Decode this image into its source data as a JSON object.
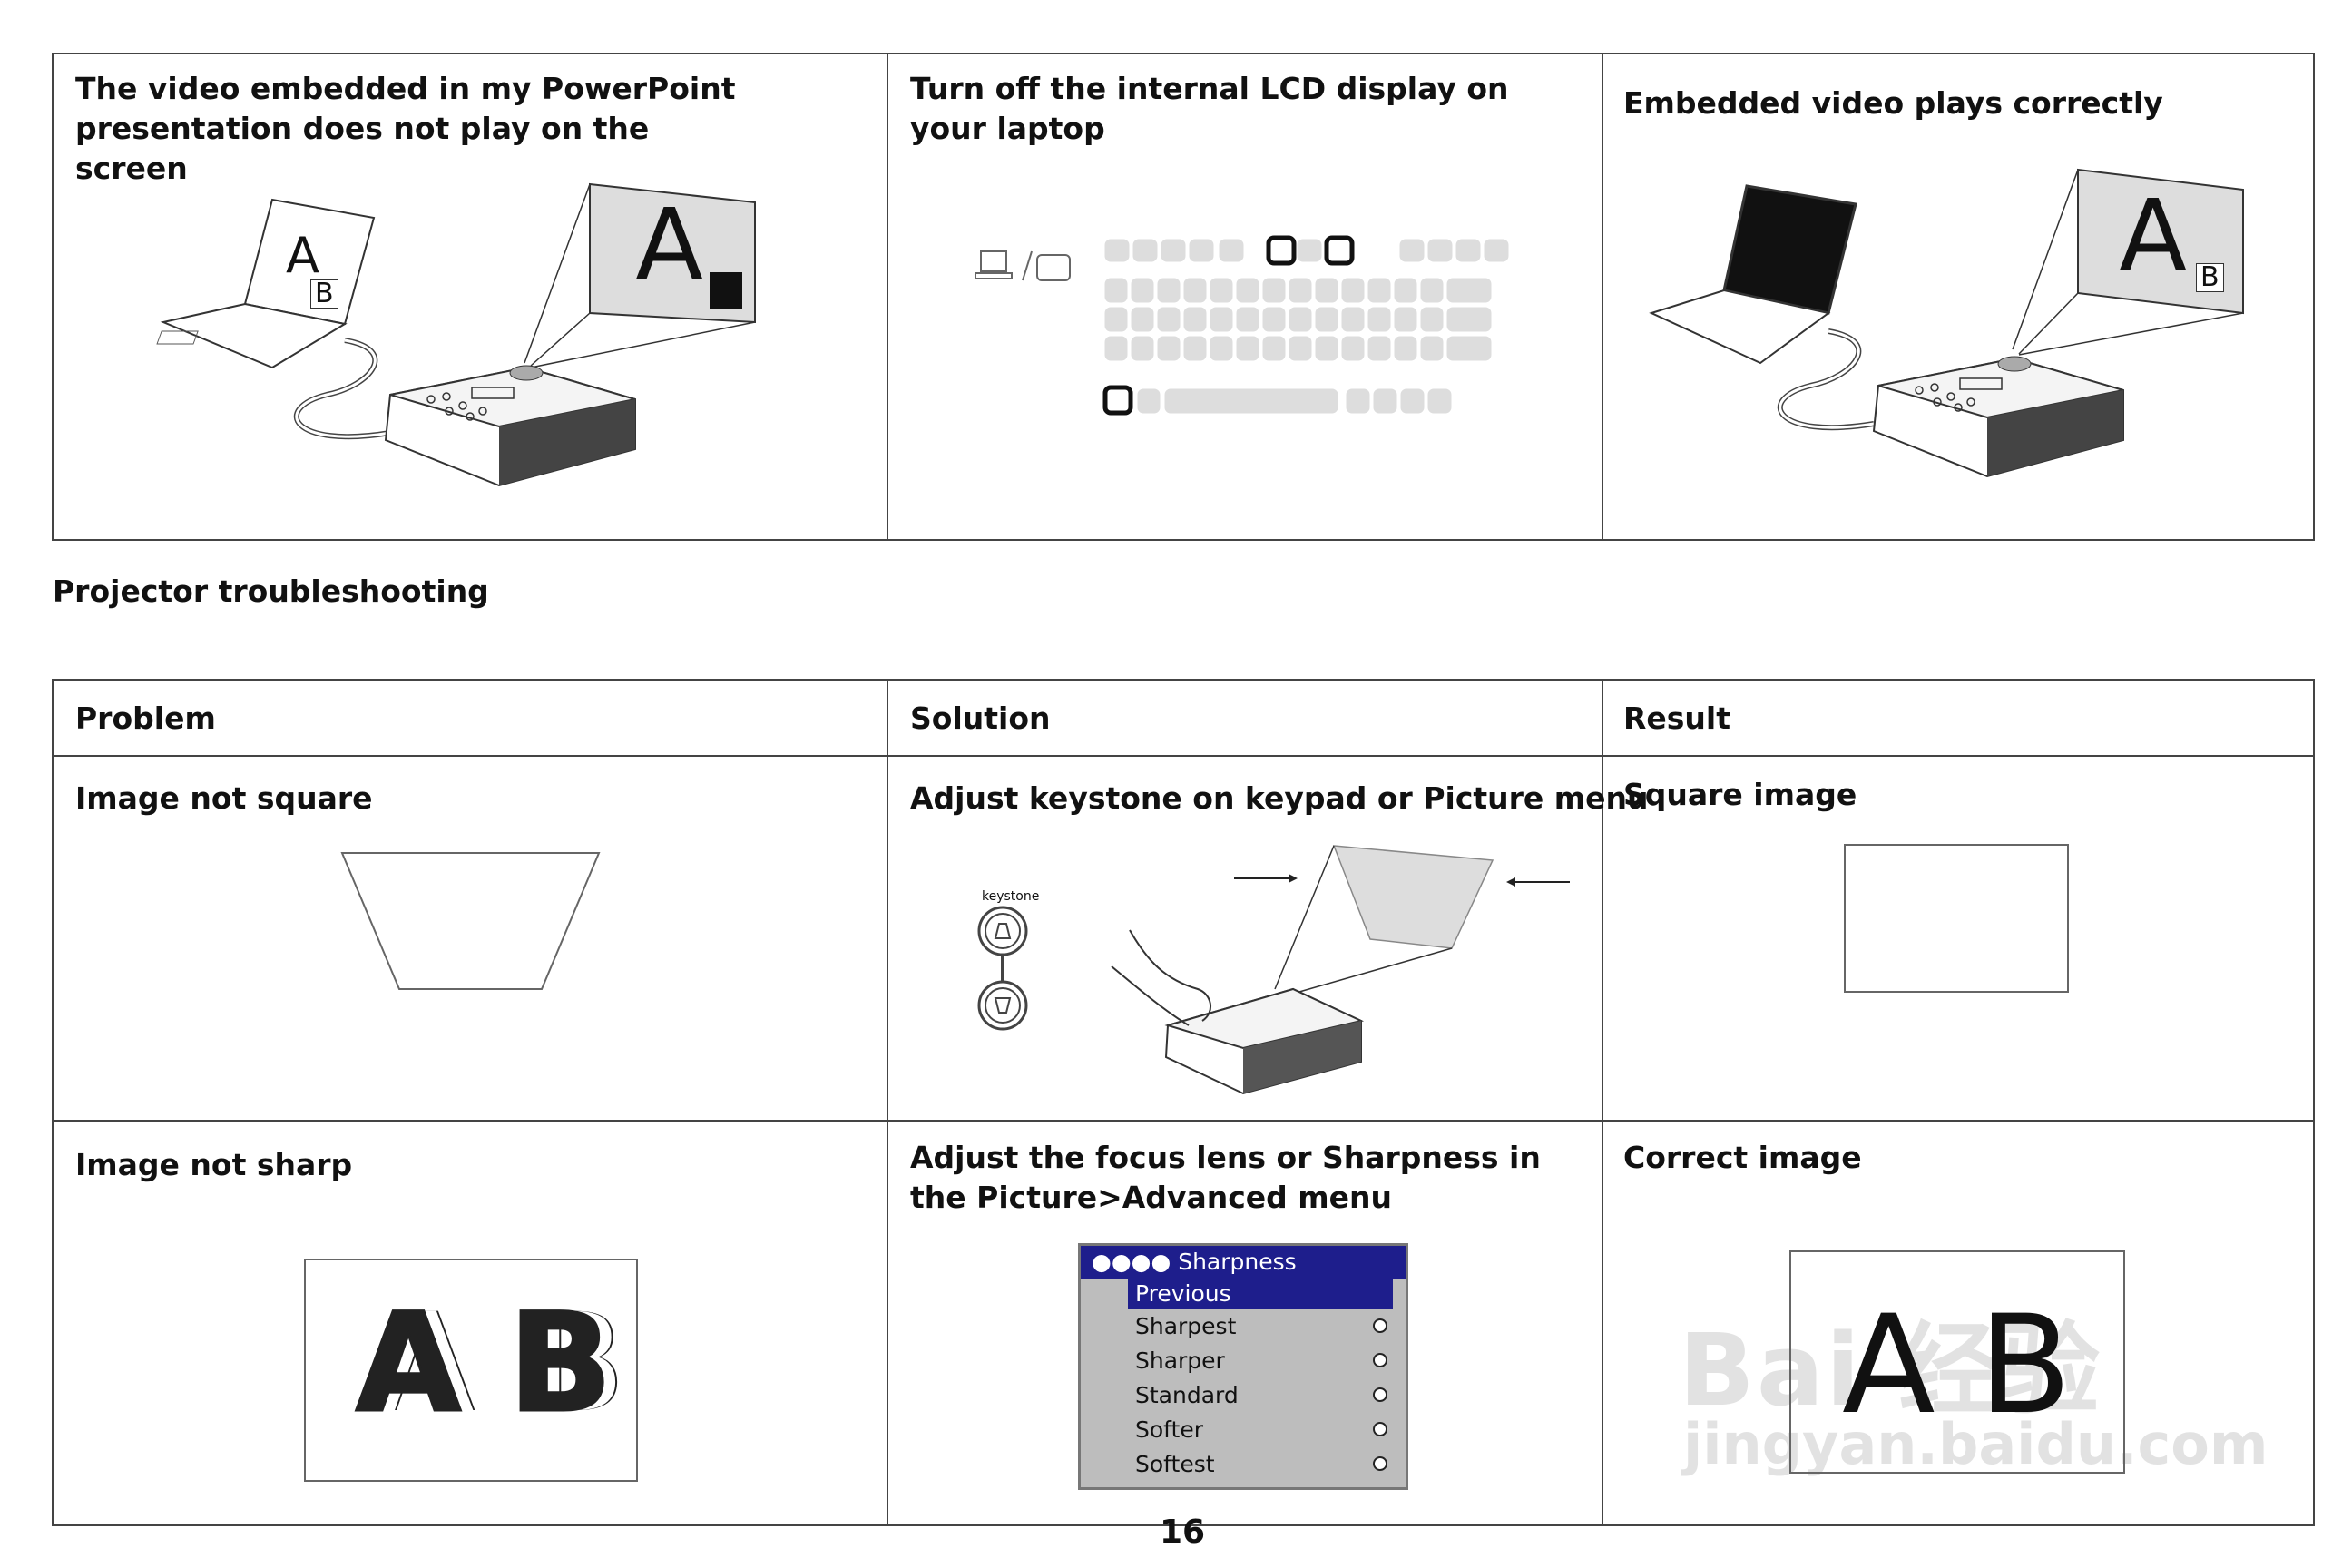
{
  "top_table": {
    "col1_title": "The video embedded in my PowerPoint presentation does not play on the screen",
    "col2_title": "Turn off the internal LCD display on your laptop",
    "col3_title": "Embedded video plays correctly"
  },
  "section_title": "Projector troubleshooting",
  "bottom_table": {
    "headers": [
      "Problem",
      "Solution",
      "Result"
    ],
    "rows": [
      {
        "problem": "Image not square",
        "solution": "Adjust keystone on keypad or Picture menu",
        "result": "Square image"
      },
      {
        "problem": "Image not sharp",
        "solution": "Adjust the focus lens or Sharpness in the Picture>Advanced menu",
        "result": "Correct image"
      }
    ]
  },
  "keypad_label": "keystone",
  "illustration_letters": {
    "a": "A",
    "b": "B",
    "ab": "A B"
  },
  "sharpness_menu": {
    "title": "●●●● Sharpness",
    "selected": "Previous",
    "options": [
      "Sharpest",
      "Sharper",
      "Standard",
      "Softer",
      "Softest"
    ]
  },
  "watermark": {
    "main": "Bai  经验",
    "sub": "jingyan.baidu.com"
  },
  "page_number": "16"
}
